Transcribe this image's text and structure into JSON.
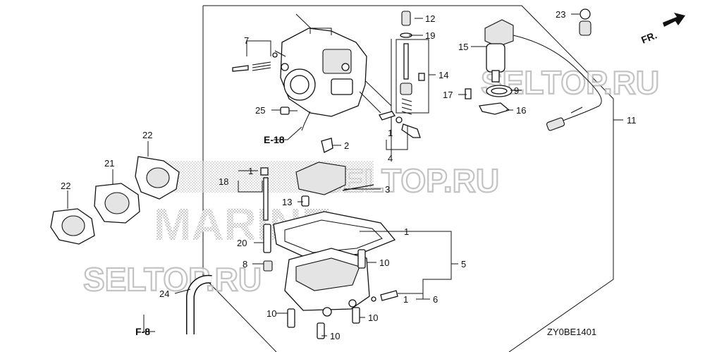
{
  "diagram": {
    "drawing_code": "ZY0BE1401",
    "front_label": "FR.",
    "reference_labels": [
      "E-18",
      "F-8"
    ],
    "watermarks": [
      "SELTOP.RU",
      "SELTOP.RU",
      "SELTOP.RU",
      "MARINE"
    ],
    "callouts": [
      {
        "id": "c1a",
        "text": "1"
      },
      {
        "id": "c1b",
        "text": "1"
      },
      {
        "id": "c1c",
        "text": "1"
      },
      {
        "id": "c1d",
        "text": "1"
      },
      {
        "id": "c2",
        "text": "2"
      },
      {
        "id": "c3",
        "text": "3"
      },
      {
        "id": "c4",
        "text": "4"
      },
      {
        "id": "c5",
        "text": "5"
      },
      {
        "id": "c6",
        "text": "6"
      },
      {
        "id": "c7",
        "text": "7"
      },
      {
        "id": "c8",
        "text": "8"
      },
      {
        "id": "c9",
        "text": "9"
      },
      {
        "id": "c10a",
        "text": "10"
      },
      {
        "id": "c10b",
        "text": "10"
      },
      {
        "id": "c10c",
        "text": "10"
      },
      {
        "id": "c10d",
        "text": "10"
      },
      {
        "id": "c11",
        "text": "11"
      },
      {
        "id": "c12",
        "text": "12"
      },
      {
        "id": "c13",
        "text": "13"
      },
      {
        "id": "c14",
        "text": "14"
      },
      {
        "id": "c15",
        "text": "15"
      },
      {
        "id": "c16",
        "text": "16"
      },
      {
        "id": "c17",
        "text": "17"
      },
      {
        "id": "c18",
        "text": "18"
      },
      {
        "id": "c19",
        "text": "19"
      },
      {
        "id": "c20",
        "text": "20"
      },
      {
        "id": "c21",
        "text": "21"
      },
      {
        "id": "c22a",
        "text": "22"
      },
      {
        "id": "c22b",
        "text": "22"
      },
      {
        "id": "c23",
        "text": "23"
      },
      {
        "id": "c24",
        "text": "24"
      },
      {
        "id": "c25",
        "text": "25"
      }
    ]
  }
}
